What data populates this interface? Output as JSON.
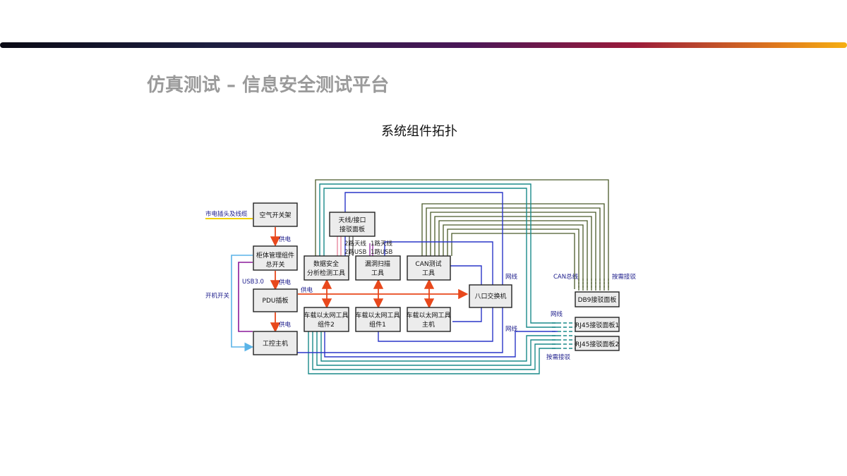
{
  "page": {
    "title": "仿真测试 – 信息安全测试平台",
    "subtitle": "系统组件拓扑"
  },
  "diagram": {
    "boxes": {
      "air_switch": "空气开关架",
      "cabinet_mgmt_1": "柜体管理组件",
      "cabinet_mgmt_2": "总开关",
      "pdu": "PDU插板",
      "ipc": "工控主机",
      "antenna_1": "天线/接口",
      "antenna_2": "接驳面板",
      "data_sec_1": "数据安全",
      "data_sec_2": "分析检测工具",
      "vuln_1": "漏洞扫描",
      "vuln_2": "工具",
      "can_tool_1": "CAN测试",
      "can_tool_2": "工具",
      "eth2_1": "车载以太网工具",
      "eth2_2": "组件2",
      "eth1_1": "车载以太网工具",
      "eth1_2": "组件1",
      "ethhost_1": "车载以太网工具",
      "ethhost_2": "主机",
      "switch8": "八口交换机",
      "db9": "DB9接驳面板",
      "rj45_1": "RJ45接驳面板1",
      "rj45_2": "RJ45接驳面板2"
    },
    "labels": {
      "mains": "市电插头及线缆",
      "power1": "供电",
      "power2": "供电",
      "power3": "供电",
      "power4": "供电",
      "usb3": "USB3.0",
      "power_switch": "开机开关",
      "ant2": "2路天线",
      "usb2": "2路USB",
      "ant1": "1路天线",
      "usb1": "1路USB",
      "netline1": "网线",
      "netline2": "网线",
      "netline3": "网线",
      "can_bus": "CAN总线",
      "on_demand1": "按需接驳",
      "on_demand2": "按需接驳"
    },
    "colors": {
      "power": "#e8481c",
      "network": "#2a36c8",
      "teal": "#1a8a8a",
      "can": "#4a5a2a",
      "usb": "#8a1a9a",
      "switch_line": "#5ab4e8",
      "mains": "#f0d000",
      "antenna": "#e88aa0"
    }
  }
}
